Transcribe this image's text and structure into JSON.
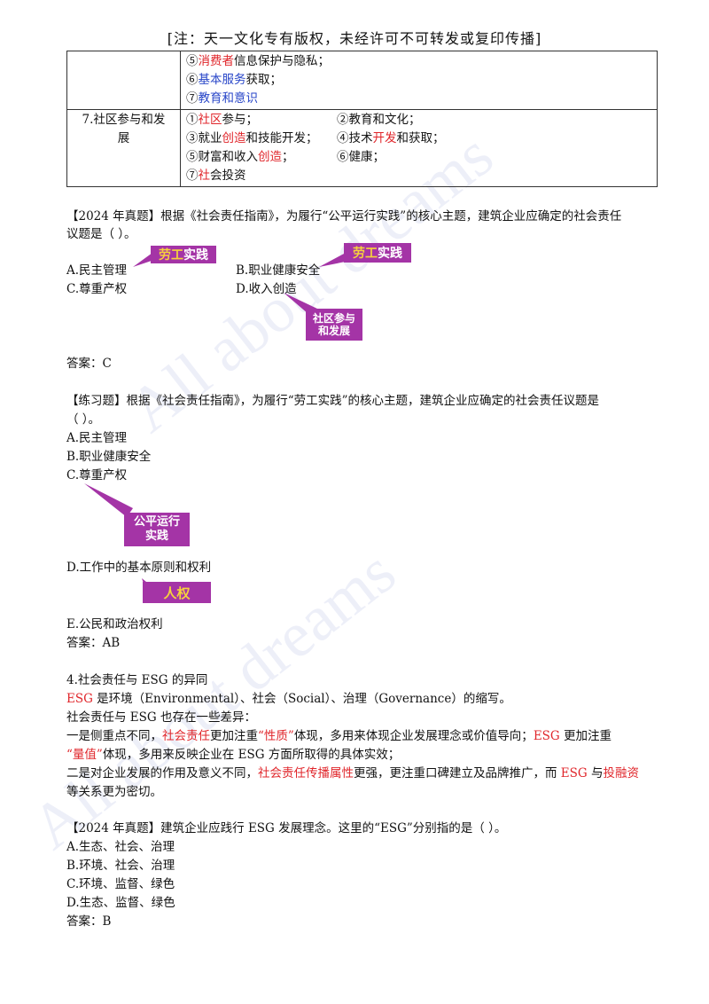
{
  "header": "[注：天一文化专有版权，未经许可不可转发或复印传播]",
  "watermark": "All about dreams",
  "table": {
    "row1_items": [
      {
        "num": "⑤",
        "hl": "消费者",
        "rest": "信息保护与隐私；",
        "color": "red"
      },
      {
        "num": "⑥",
        "hl": "基本服务",
        "rest": "获取；",
        "color": "blue"
      },
      {
        "num": "⑦",
        "hl": "教育和意识",
        "rest": "",
        "color": "blue"
      }
    ],
    "row2_label_a": "7.社区参与和发",
    "row2_label_b": "展",
    "row2": {
      "a1_num": "①",
      "a1_hl": "社区",
      "a1_rest": "参与；",
      "b1": "②教育和文化；",
      "a2_pre": "③就业",
      "a2_hl": "创造",
      "a2_rest": "和技能开发；",
      "b2_pre": "④技术",
      "b2_hl": "开发",
      "b2_rest": "和获取；",
      "a3_pre": "⑤财富和收入",
      "a3_hl": "创造",
      "a3_rest": "；",
      "b3": "⑥健康；",
      "a4_num": "⑦",
      "a4_hl": "社",
      "a4_rest": "会投资"
    }
  },
  "q1": {
    "stem_a": "【2024 年真题】根据《社会责任指南》，为履行“公平运行实践”的核心主题，建筑企业应确定的社会责任",
    "stem_b": "议题是（    ）。",
    "opt_a": "A.民主管理",
    "opt_b": "B.职业健康安全",
    "opt_c": "C.尊重产权",
    "opt_d": "D.收入创造",
    "answer": "答案：C",
    "tag1_y": "劳工",
    "tag1_w": "实践",
    "tag2_y": "劳工",
    "tag2_w": "实践",
    "tag3_l1": "社区参与",
    "tag3_l2": "和发展"
  },
  "q2": {
    "stem_a": "【练习题】根据《社会责任指南》，为履行“劳工实践”的核心主题，建筑企业应确定的社会责任议题是",
    "stem_b": "（    ）。",
    "opt_a": "A.民主管理",
    "opt_b": "B.职业健康安全",
    "opt_c": "C.尊重产权",
    "opt_d": "D.工作中的基本原则和权利",
    "opt_e": "E.公民和政治权利",
    "answer": "答案：AB",
    "tag_fair_l1": "公平运行",
    "tag_fair_l2": "实践",
    "tag_human": "人权"
  },
  "esg": {
    "heading": "4.社会责任与 ESG 的异同",
    "l1_hl": "ESG",
    "l1_rest": " 是环境（Environmental）、社会（Social）、治理（Governance）的缩写。",
    "l2": "社会责任与 ESG 也存在一些差异：",
    "l3_a": "一是侧重点不同，",
    "l3_hl1": "社会责任",
    "l3_b": "更加注重",
    "l3_hl2": "“性质”",
    "l3_c": "体现，多用来体现企业发展理念或价值导向；",
    "l3_hl3": "ESG",
    "l3_d": " 更加注重",
    "l4_hl": "“量值”",
    "l4_rest": "体现，多用来反映企业在 ESG 方面所取得的具体实效；",
    "l5_a": "二是对企业发展的作用及意义不同，",
    "l5_hl1": "社会责任传播属性",
    "l5_b": "更强，更注重口碑建立及品牌推广，而 ",
    "l5_hl2": "ESG",
    "l5_c": " 与",
    "l5_hl3": "投融资",
    "l6": "等关系更为密切。"
  },
  "q3": {
    "stem": "【2024 年真题】建筑企业应践行 ESG 发展理念。这里的“ESG”分别指的是（    ）。",
    "opt_a": "A.生态、社会、治理",
    "opt_b": "B.环境、社会、治理",
    "opt_c": "C.环境、监督、绿色",
    "opt_d": "D.生态、监督、绿色",
    "answer": "答案：B"
  }
}
